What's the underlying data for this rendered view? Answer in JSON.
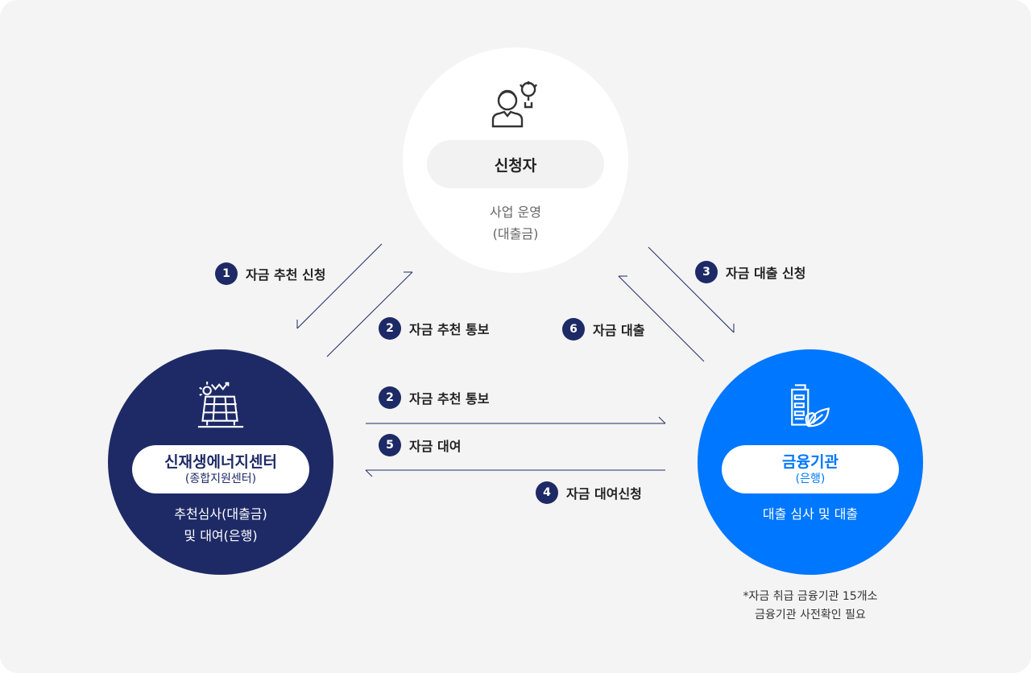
{
  "applicant": {
    "title": "신청자",
    "desc_line1": "사업 운영",
    "desc_line2": "(대출금)"
  },
  "center": {
    "title": "신재생에너지센터",
    "subtitle": "(종합지원센터)",
    "desc_line1": "추천심사(대출금)",
    "desc_line2": "및 대여(은행)"
  },
  "bank": {
    "title": "금융기관",
    "subtitle": "(은행)",
    "desc": "대출 심사 및 대출"
  },
  "steps": [
    {
      "num": "1",
      "label": "자금 추천 신청"
    },
    {
      "num": "2",
      "label": "자금 추천 통보"
    },
    {
      "num": "3",
      "label": "자금 대출 신청"
    },
    {
      "num": "6",
      "label": "자금 대출"
    },
    {
      "num": "2",
      "label": "자금 추천 통보"
    },
    {
      "num": "5",
      "label": "자금 대여"
    },
    {
      "num": "4",
      "label": "자금 대여신청"
    }
  ],
  "note": {
    "line1": "*자금 취급 금융기관 15개소",
    "line2": "금융기관 사전확인 필요"
  },
  "colors": {
    "navy": "#1e2a66",
    "blue": "#0077ff",
    "background": "#f4f4f4"
  }
}
